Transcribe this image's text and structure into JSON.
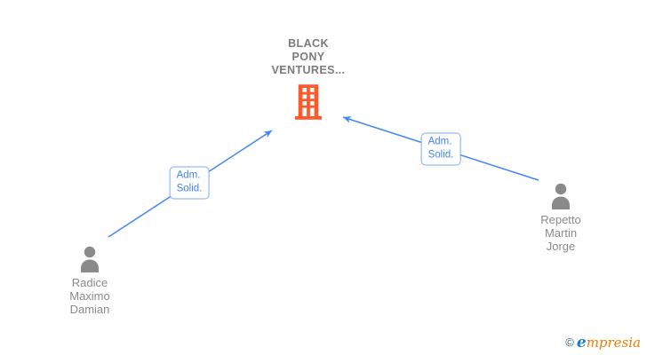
{
  "company": {
    "name": "BLACK PONY VENTURES...",
    "name_lines": [
      "BLACK",
      "PONY",
      "VENTURES..."
    ]
  },
  "persons": [
    {
      "name": "Radice Maximo Damian",
      "name_lines": [
        "Radice",
        "Maximo",
        "Damian"
      ]
    },
    {
      "name": "Repetto Martin Jorge",
      "name_lines": [
        "Repetto",
        "Martin",
        "Jorge"
      ]
    }
  ],
  "edges": [
    {
      "from": "Radice Maximo Damian",
      "to": "BLACK PONY VENTURES...",
      "label": "Adm. Solid.",
      "label_lines": [
        "Adm.",
        "Solid."
      ]
    },
    {
      "from": "Repetto Martin Jorge",
      "to": "BLACK PONY VENTURES...",
      "label": "Adm. Solid.",
      "label_lines": [
        "Adm.",
        "Solid."
      ]
    }
  ],
  "logo": {
    "copyright": "©",
    "brand_first": "e",
    "brand_rest": "mpresia"
  },
  "colors": {
    "edge_blue": "#4285F4",
    "edge_label_border": "#7fa9f5",
    "building_orange": "#FF5A2B",
    "person_gray": "#8a8a8a",
    "company_text_gray": "#7b7b7b",
    "logo_teal": "#33667a",
    "logo_blue": "#1b7fc4",
    "logo_orange": "#ef7c00"
  }
}
